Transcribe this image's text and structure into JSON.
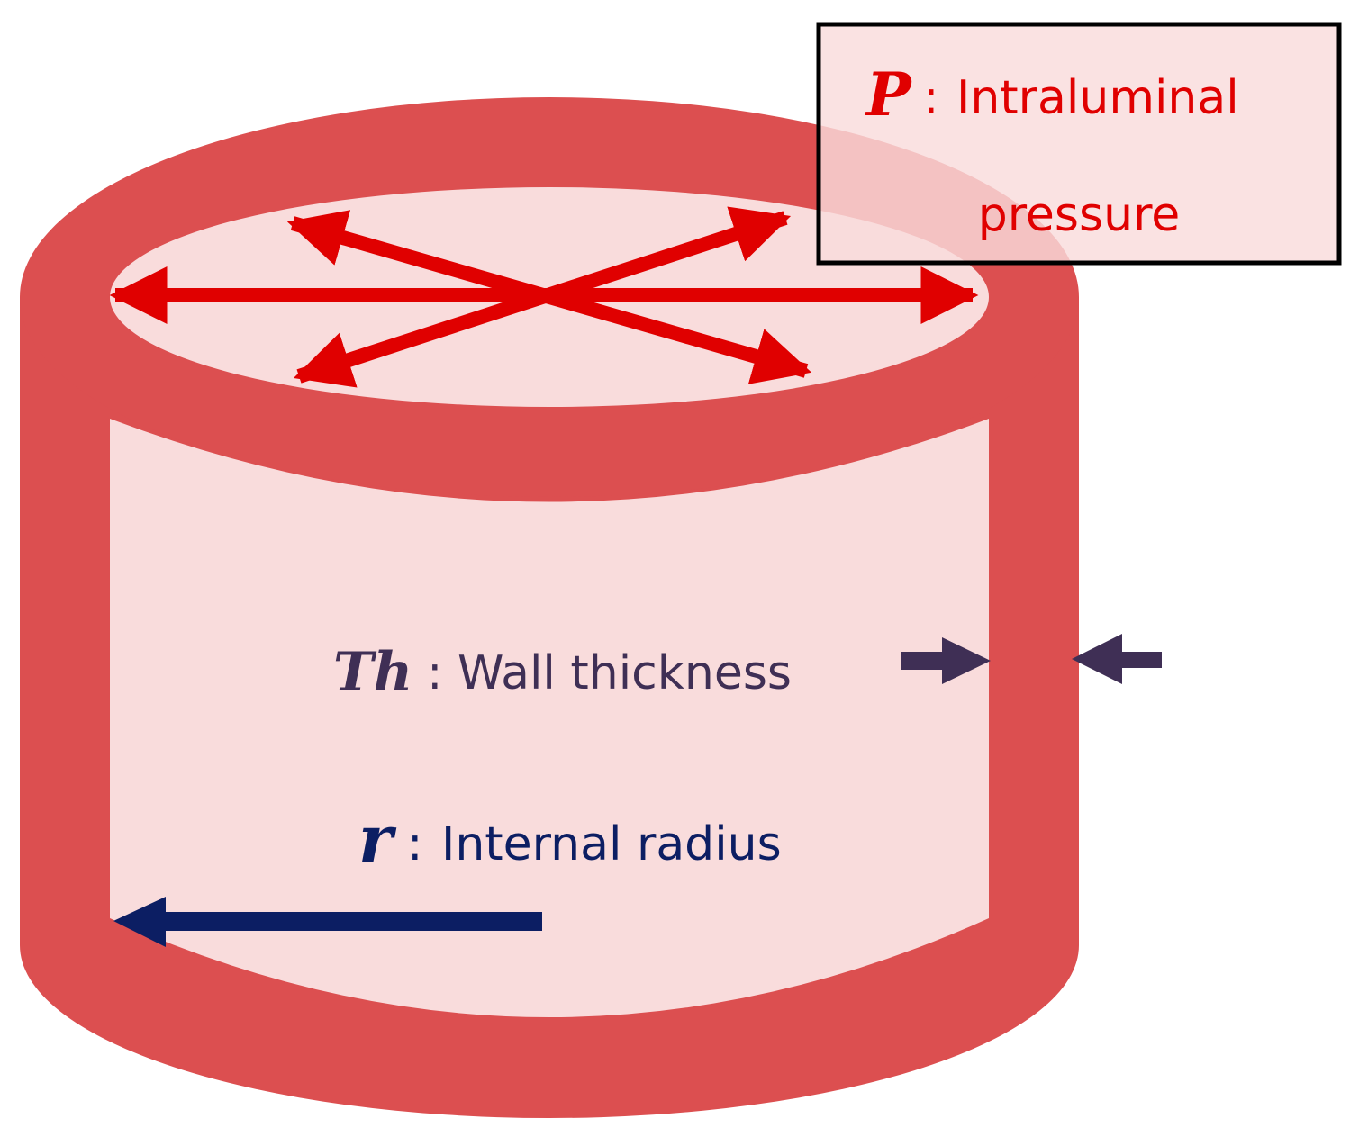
{
  "pressure_label": {
    "symbol": "P",
    "separator": ":",
    "line1": "Intraluminal",
    "line2": "pressure"
  },
  "thickness_label": {
    "symbol": "Th",
    "separator": ":",
    "text": "Wall thickness"
  },
  "radius_label": {
    "symbol": "r",
    "separator": ":",
    "text": "Internal radius"
  },
  "colors": {
    "vessel_wall": "#dc4f50",
    "lumen_fill": "#f9dcdc",
    "pressure_arrows": "#e00000",
    "pressure_text": "#e00000",
    "thickness_text": "#3f2f55",
    "thickness_arrows": "#3f2f55",
    "radius_text": "#0c1e63",
    "radius_arrow": "#0c1e63",
    "box_border": "#000000",
    "box_fill": "#f9dcdc"
  }
}
